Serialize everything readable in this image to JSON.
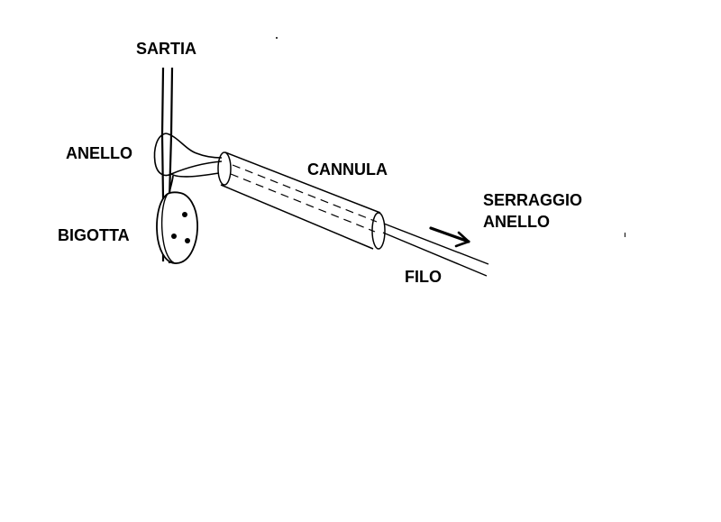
{
  "diagram": {
    "labels": {
      "sartia": "SARTIA",
      "anello": "ANELLO",
      "bigotta": "BIGOTTA",
      "cannula": "CANNULA",
      "serraggio_line1": "SERRAGGIO",
      "serraggio_line2": "ANELLO",
      "filo": "FILO"
    },
    "colors": {
      "ink": "#000000",
      "background": "#ffffff"
    }
  }
}
